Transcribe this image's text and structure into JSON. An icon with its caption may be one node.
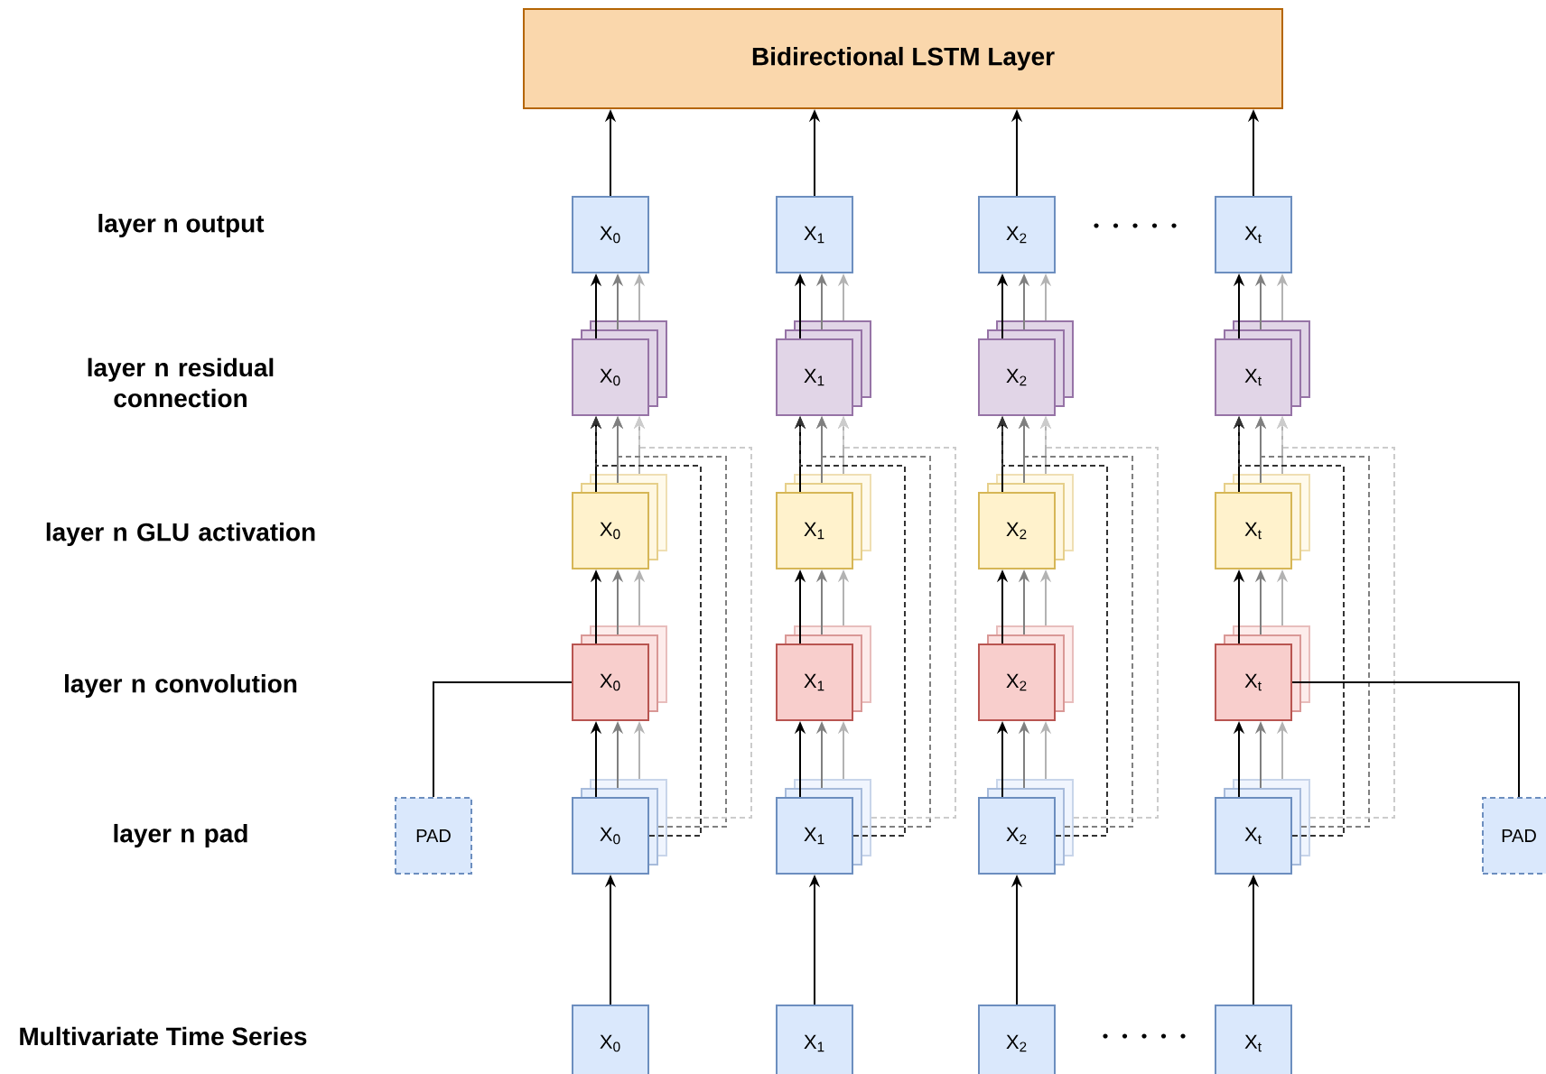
{
  "diagram": {
    "nodes": [
      {
        "text": [
          "Bidirectional LSTM Layer"
        ]
      },
      {
        "text": [
          "X$_{0}$"
        ]
      },
      {
        "text": [
          "X$_{1}$"
        ]
      },
      {
        "text": [
          "X$_{2}$"
        ]
      },
      {
        "text": [
          "X$_{t}$"
        ]
      },
      {
        "text": [
          "X$_{0}$"
        ]
      },
      {
        "text": [
          "X$_{1}$"
        ]
      },
      {
        "text": [
          "X$_{2}$"
        ]
      },
      {
        "text": [
          "X$_{t}$"
        ]
      },
      {
        "text": [
          "X$_{0}$"
        ]
      },
      {
        "text": [
          "X$_{1}$"
        ]
      },
      {
        "text": [
          "X$_{2}$"
        ]
      },
      {
        "text": [
          "X$_{t}$"
        ]
      },
      {
        "text": [
          "X$_{0}$"
        ]
      },
      {
        "text": [
          "X$_{1}$"
        ]
      },
      {
        "text": [
          "X$_{2}$"
        ]
      },
      {
        "text": [
          "X$_{t}$"
        ]
      },
      {
        "text": [
          "PAD"
        ]
      },
      {
        "text": [
          "X$_{0}$"
        ]
      },
      {
        "text": [
          "X$_{1}$"
        ]
      },
      {
        "text": [
          "X$_{2}$"
        ]
      },
      {
        "text": [
          "X$_{t}$"
        ]
      },
      {
        "text": [
          "PAD"
        ]
      },
      {
        "text": [
          "X$_{0}$"
        ]
      },
      {
        "text": [
          "X$_{1}$"
        ]
      },
      {
        "text": [
          "X$_{2}$"
        ]
      },
      {
        "text": [
          "X$_{t}$"
        ]
      }
    ],
    "edges": [
      {
        "from": 23,
        "to": 18,
        "arrow": "to"
      },
      {
        "from": 18,
        "to": 13,
        "arrow": "to"
      },
      {
        "from": 18,
        "to": 13,
        "arrow": "to",
        "color": "#808080"
      },
      {
        "from": 18,
        "to": 13,
        "arrow": "to",
        "color": "#b3b3b3"
      },
      {
        "from": 13,
        "to": 9,
        "arrow": "to"
      },
      {
        "from": 13,
        "to": 9,
        "arrow": "to",
        "color": "#808080"
      },
      {
        "from": 13,
        "to": 9,
        "arrow": "to",
        "color": "#b3b3b3"
      },
      {
        "from": 9,
        "to": 5,
        "arrow": "to"
      },
      {
        "from": 9,
        "to": 5,
        "arrow": "to",
        "color": "#808080"
      },
      {
        "from": 9,
        "to": 5,
        "arrow": "to",
        "color": "#b3b3b3"
      },
      {
        "from": 5,
        "to": 1,
        "arrow": "to"
      },
      {
        "from": 5,
        "to": 1,
        "arrow": "to",
        "color": "#808080"
      },
      {
        "from": 5,
        "to": 1,
        "arrow": "to",
        "color": "#b3b3b3"
      },
      {
        "from": 1,
        "to": 0,
        "arrow": "to"
      },
      {
        "from": 18,
        "to": 5,
        "arrow": "to",
        "style": "dashed",
        "color": "#333333"
      },
      {
        "from": 18,
        "to": 5,
        "arrow": "to",
        "style": "dashed",
        "color": "#808080"
      },
      {
        "from": 18,
        "to": 5,
        "arrow": "to",
        "style": "dashed",
        "color": "#cccccc"
      },
      {
        "from": 24,
        "to": 19,
        "arrow": "to"
      },
      {
        "from": 19,
        "to": 14,
        "arrow": "to"
      },
      {
        "from": 19,
        "to": 14,
        "arrow": "to",
        "color": "#808080"
      },
      {
        "from": 19,
        "to": 14,
        "arrow": "to",
        "color": "#b3b3b3"
      },
      {
        "from": 14,
        "to": 10,
        "arrow": "to"
      },
      {
        "from": 14,
        "to": 10,
        "arrow": "to",
        "color": "#808080"
      },
      {
        "from": 14,
        "to": 10,
        "arrow": "to",
        "color": "#b3b3b3"
      },
      {
        "from": 10,
        "to": 6,
        "arrow": "to"
      },
      {
        "from": 10,
        "to": 6,
        "arrow": "to",
        "color": "#808080"
      },
      {
        "from": 10,
        "to": 6,
        "arrow": "to",
        "color": "#b3b3b3"
      },
      {
        "from": 6,
        "to": 2,
        "arrow": "to"
      },
      {
        "from": 6,
        "to": 2,
        "arrow": "to",
        "color": "#808080"
      },
      {
        "from": 6,
        "to": 2,
        "arrow": "to",
        "color": "#b3b3b3"
      },
      {
        "from": 2,
        "to": 0,
        "arrow": "to"
      },
      {
        "from": 19,
        "to": 6,
        "arrow": "to",
        "style": "dashed",
        "color": "#333333"
      },
      {
        "from": 19,
        "to": 6,
        "arrow": "to",
        "style": "dashed",
        "color": "#808080"
      },
      {
        "from": 19,
        "to": 6,
        "arrow": "to",
        "style": "dashed",
        "color": "#cccccc"
      },
      {
        "from": 25,
        "to": 20,
        "arrow": "to"
      },
      {
        "from": 20,
        "to": 15,
        "arrow": "to"
      },
      {
        "from": 20,
        "to": 15,
        "arrow": "to",
        "color": "#808080"
      },
      {
        "from": 20,
        "to": 15,
        "arrow": "to",
        "color": "#b3b3b3"
      },
      {
        "from": 15,
        "to": 11,
        "arrow": "to"
      },
      {
        "from": 15,
        "to": 11,
        "arrow": "to",
        "color": "#808080"
      },
      {
        "from": 15,
        "to": 11,
        "arrow": "to",
        "color": "#b3b3b3"
      },
      {
        "from": 11,
        "to": 7,
        "arrow": "to"
      },
      {
        "from": 11,
        "to": 7,
        "arrow": "to",
        "color": "#808080"
      },
      {
        "from": 11,
        "to": 7,
        "arrow": "to",
        "color": "#b3b3b3"
      },
      {
        "from": 7,
        "to": 3,
        "arrow": "to"
      },
      {
        "from": 7,
        "to": 3,
        "arrow": "to",
        "color": "#808080"
      },
      {
        "from": 7,
        "to": 3,
        "arrow": "to",
        "color": "#b3b3b3"
      },
      {
        "from": 3,
        "to": 0,
        "arrow": "to"
      },
      {
        "from": 20,
        "to": 7,
        "arrow": "to",
        "style": "dashed",
        "color": "#333333"
      },
      {
        "from": 20,
        "to": 7,
        "arrow": "to",
        "style": "dashed",
        "color": "#808080"
      },
      {
        "from": 20,
        "to": 7,
        "arrow": "to",
        "style": "dashed",
        "color": "#cccccc"
      },
      {
        "from": 26,
        "to": 21,
        "arrow": "to"
      },
      {
        "from": 21,
        "to": 16,
        "arrow": "to"
      },
      {
        "from": 21,
        "to": 16,
        "arrow": "to",
        "color": "#808080"
      },
      {
        "from": 21,
        "to": 16,
        "arrow": "to",
        "color": "#b3b3b3"
      },
      {
        "from": 16,
        "to": 12,
        "arrow": "to"
      },
      {
        "from": 16,
        "to": 12,
        "arrow": "to",
        "color": "#808080"
      },
      {
        "from": 16,
        "to": 12,
        "arrow": "to",
        "color": "#b3b3b3"
      },
      {
        "from": 12,
        "to": 8,
        "arrow": "to"
      },
      {
        "from": 12,
        "to": 8,
        "arrow": "to",
        "color": "#808080"
      },
      {
        "from": 12,
        "to": 8,
        "arrow": "to",
        "color": "#b3b3b3"
      },
      {
        "from": 8,
        "to": 4,
        "arrow": "to"
      },
      {
        "from": 8,
        "to": 4,
        "arrow": "to",
        "color": "#808080"
      },
      {
        "from": 8,
        "to": 4,
        "arrow": "to",
        "color": "#b3b3b3"
      },
      {
        "from": 4,
        "to": 0,
        "arrow": "to"
      },
      {
        "from": 21,
        "to": 8,
        "arrow": "to",
        "style": "dashed",
        "color": "#333333"
      },
      {
        "from": 21,
        "to": 8,
        "arrow": "to",
        "style": "dashed",
        "color": "#808080"
      },
      {
        "from": 21,
        "to": 8,
        "arrow": "to",
        "style": "dashed",
        "color": "#cccccc"
      },
      {
        "from": 17,
        "to": 13,
        "arrow": "none"
      },
      {
        "from": 16,
        "to": 22,
        "arrow": "none"
      }
    ],
    "labels": [
      "layer n output",
      "layer n residual connection",
      "layer n GLU activation",
      "layer n convolution",
      "layer n pad",
      "Multivariate Time Series"
    ]
  }
}
